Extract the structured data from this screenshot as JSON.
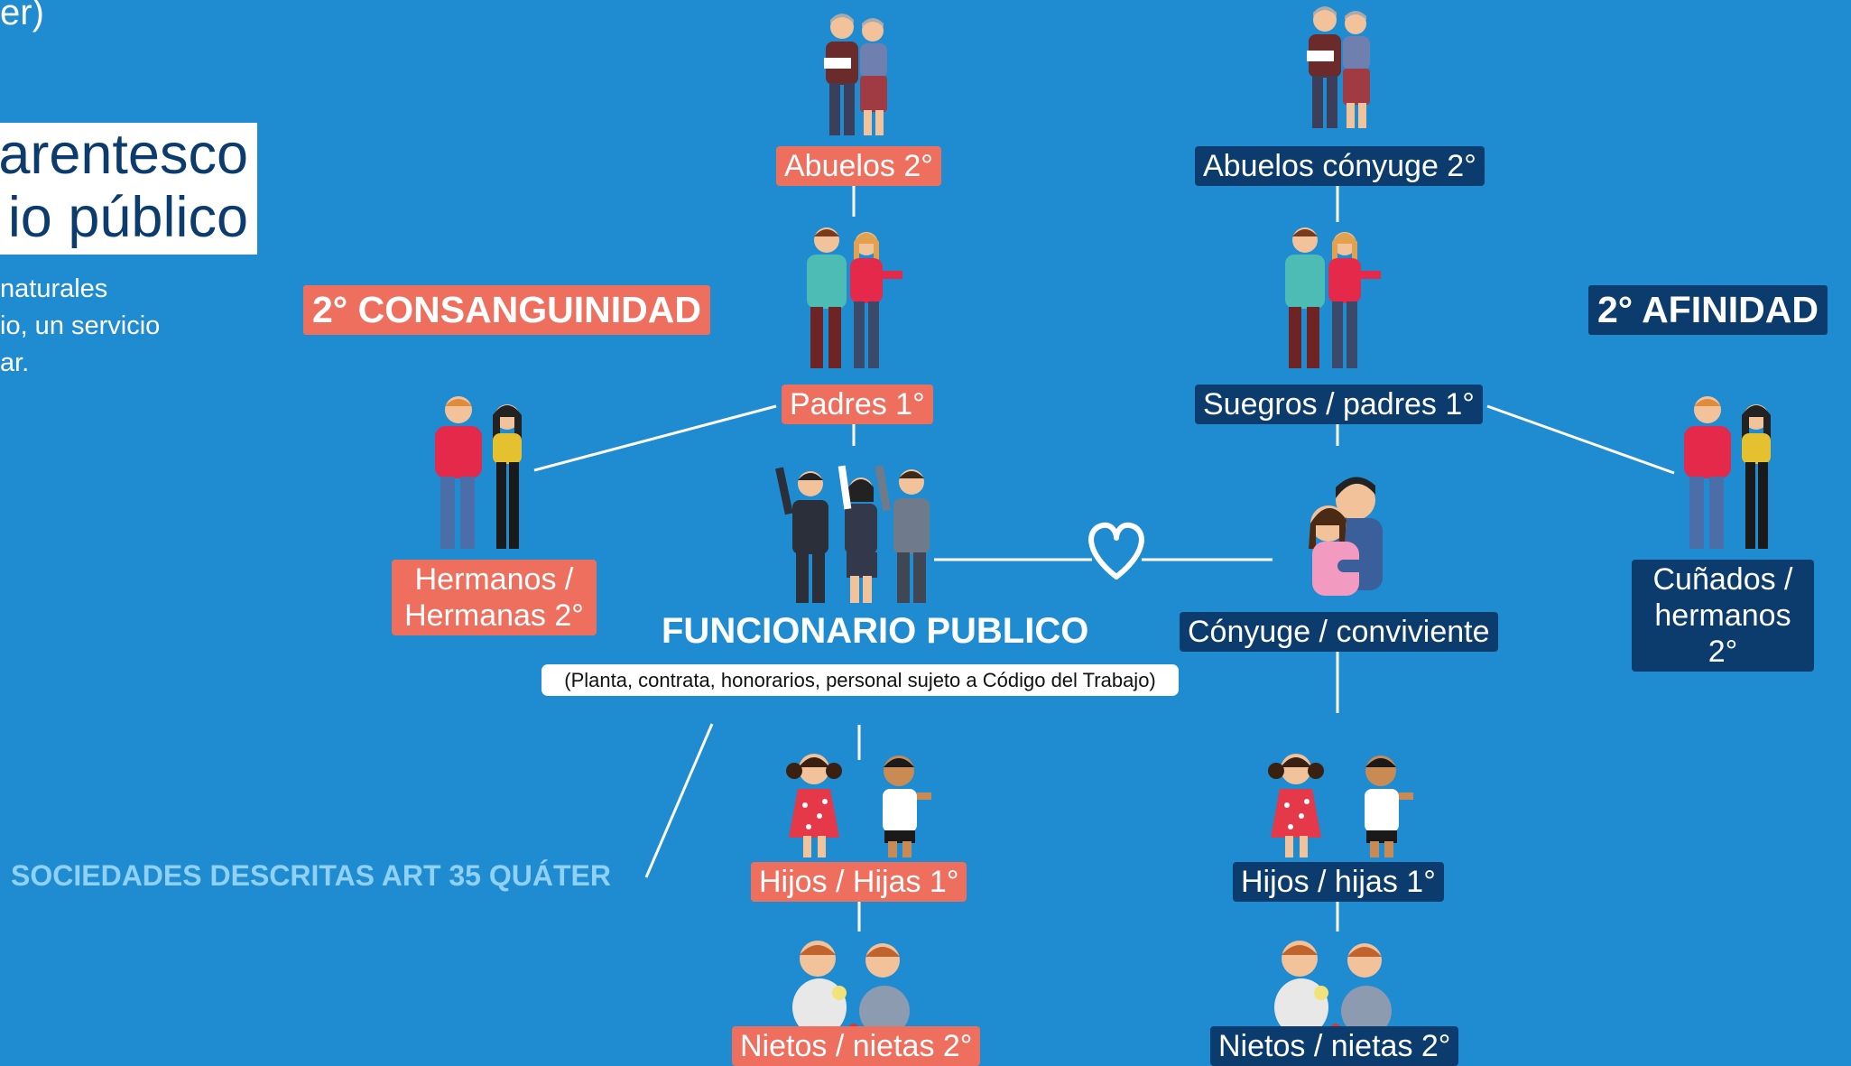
{
  "intro": {
    "cut_top": "er)",
    "title_line1": "arentesco",
    "title_line2": "io público",
    "body_lines": [
      "naturales",
      "io, un servicio",
      "ar."
    ]
  },
  "sections": {
    "consanguinidad": "2° CONSANGUINIDAD",
    "afinidad": "2° AFINIDAD"
  },
  "center": {
    "title": "FUNCIONARIO PUBLICO",
    "subtitle": "(Planta, contrata, honorarios, personal sujeto a Código del Trabajo)"
  },
  "sociedades": "SOCIEDADES DESCRITAS ART 35 QUÁTER",
  "consanguinidad_labels": {
    "abuelos": "Abuelos 2°",
    "padres": "Padres 1°",
    "hermanos": [
      "Hermanos /",
      "Hermanas 2°"
    ],
    "hijos": "Hijos / Hijas 1°",
    "nietos": "Nietos / nietas 2°"
  },
  "afinidad_labels": {
    "abuelos": "Abuelos cónyuge 2°",
    "suegros": "Suegros / padres 1°",
    "conyuge": "Cónyuge / conviviente",
    "cunados": [
      "Cuñados /",
      "hermanos 2°"
    ],
    "hijos": "Hijos / hijas 1°",
    "nietos": "Nietos / nietas 2°"
  },
  "colors": {
    "background": "#1f8bd0",
    "consanguinidad": "#ee6f5e",
    "afinidad": "#0b3c6d",
    "sociedades": "#8fd0f5"
  },
  "icons": [
    "elderly-couple-icon",
    "adult-couple-icon",
    "siblings-icon",
    "officials-icon",
    "heart-icon",
    "hugging-couple-icon",
    "children-icon",
    "babies-icon"
  ]
}
